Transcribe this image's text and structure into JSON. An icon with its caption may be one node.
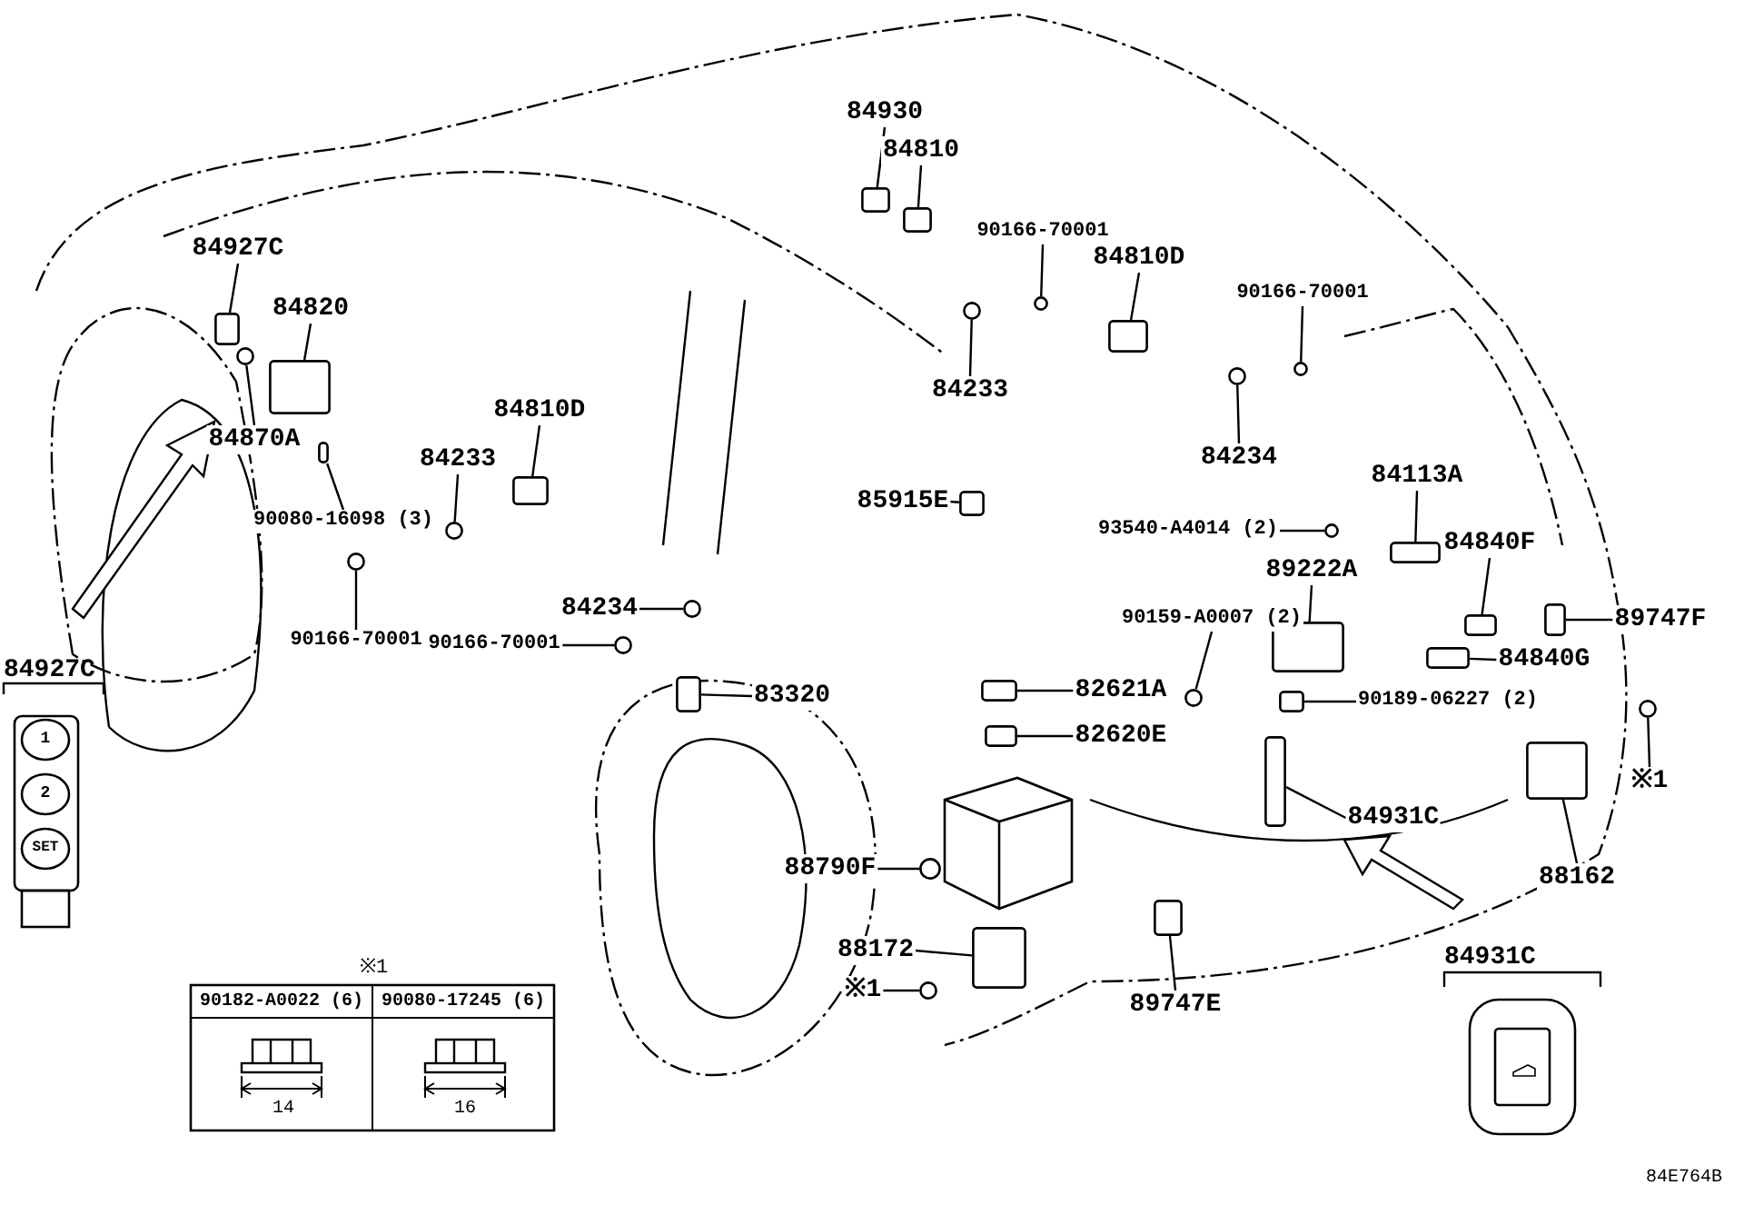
{
  "diagram": {
    "nodes": [
      {
        "text": [
          "84930"
        ]
      },
      {
        "text": [
          "84810"
        ]
      },
      {
        "text": [
          "90166-70001"
        ]
      },
      {
        "text": [
          "84810D"
        ]
      },
      {
        "text": [
          "90166-70001"
        ]
      },
      {
        "text": [
          "84233"
        ]
      },
      {
        "text": [
          "84234"
        ]
      },
      {
        "text": [
          "84927C"
        ]
      },
      {
        "text": [
          "84820"
        ]
      },
      {
        "text": [
          "84870A"
        ]
      },
      {
        "text": [
          "90080-16098 (3)"
        ]
      },
      {
        "text": [
          "84810D"
        ]
      },
      {
        "text": [
          "84233"
        ]
      },
      {
        "text": [
          "85915E"
        ]
      },
      {
        "text": [
          "84113A"
        ]
      },
      {
        "text": [
          "93540-A4014 (2)"
        ]
      },
      {
        "text": [
          "84840F"
        ]
      },
      {
        "text": [
          "89222A"
        ]
      },
      {
        "text": [
          "89747F"
        ]
      },
      {
        "text": [
          "90159-A0007 (2)"
        ]
      },
      {
        "text": [
          "84840G"
        ]
      },
      {
        "text": [
          "84234"
        ]
      },
      {
        "text": [
          "90166-70001"
        ]
      },
      {
        "text": [
          "90166-70001"
        ]
      },
      {
        "text": [
          "83320"
        ]
      },
      {
        "text": [
          "82621A"
        ]
      },
      {
        "text": [
          "82620E"
        ]
      },
      {
        "text": [
          "90189-06227 (2)"
        ]
      },
      {
        "text": [
          "84931C"
        ]
      },
      {
        "text": [
          "88162"
        ]
      },
      {
        "text": [
          "※1"
        ]
      },
      {
        "text": [
          "88790F"
        ]
      },
      {
        "text": [
          "88172"
        ]
      },
      {
        "text": [
          "※1"
        ]
      },
      {
        "text": [
          "89747E"
        ]
      },
      {
        "text": [
          "84927C"
        ]
      },
      {
        "text": [
          "84931C"
        ]
      },
      {
        "text": [
          "※1"
        ]
      },
      {
        "text": [],
        "shape": "box"
      },
      {
        "text": [],
        "shape": "box"
      },
      {
        "text": [],
        "shape": "circle"
      },
      {
        "text": [],
        "shape": "box"
      },
      {
        "text": [],
        "shape": "circle"
      },
      {
        "text": [],
        "shape": "circle"
      },
      {
        "text": [],
        "shape": "circle"
      },
      {
        "text": [],
        "shape": "box"
      },
      {
        "text": [],
        "shape": "box"
      },
      {
        "text": [],
        "shape": "circle"
      },
      {
        "text": [],
        "shape": "box"
      },
      {
        "text": [],
        "shape": "box"
      },
      {
        "text": [],
        "shape": "circle"
      },
      {
        "text": [],
        "shape": "box"
      },
      {
        "text": [],
        "shape": "box"
      },
      {
        "text": [],
        "shape": "circle"
      },
      {
        "text": [],
        "shape": "box"
      },
      {
        "text": [],
        "shape": "box"
      },
      {
        "text": [],
        "shape": "box"
      },
      {
        "text": [],
        "shape": "circle"
      },
      {
        "text": [],
        "shape": "box"
      },
      {
        "text": [],
        "shape": "circle"
      },
      {
        "text": [],
        "shape": "circle"
      },
      {
        "text": [],
        "shape": "circle"
      },
      {
        "text": [],
        "shape": "box"
      },
      {
        "text": [],
        "shape": "box"
      },
      {
        "text": [],
        "shape": "box"
      },
      {
        "text": [],
        "shape": "box"
      },
      {
        "text": [],
        "shape": "box"
      },
      {
        "text": [],
        "shape": "box"
      },
      {
        "text": [],
        "shape": "circle"
      },
      {
        "text": [],
        "shape": "circle"
      },
      {
        "text": [],
        "shape": "box"
      },
      {
        "text": [],
        "shape": "circle"
      },
      {
        "text": [],
        "shape": "box"
      }
    ],
    "edges": [
      {
        "from": 0,
        "to": 38,
        "arrow": "none"
      },
      {
        "from": 1,
        "to": 39,
        "arrow": "none"
      },
      {
        "from": 2,
        "to": 40,
        "arrow": "none"
      },
      {
        "from": 3,
        "to": 41,
        "arrow": "none"
      },
      {
        "from": 4,
        "to": 42,
        "arrow": "none"
      },
      {
        "from": 5,
        "to": 43,
        "arrow": "none"
      },
      {
        "from": 6,
        "to": 44,
        "arrow": "none"
      },
      {
        "from": 7,
        "to": 45,
        "arrow": "none"
      },
      {
        "from": 8,
        "to": 46,
        "arrow": "none"
      },
      {
        "from": 9,
        "to": 47,
        "arrow": "none"
      },
      {
        "from": 10,
        "to": 48,
        "arrow": "none"
      },
      {
        "from": 11,
        "to": 49,
        "arrow": "none"
      },
      {
        "from": 12,
        "to": 50,
        "arrow": "none"
      },
      {
        "from": 13,
        "to": 51,
        "arrow": "none"
      },
      {
        "from": 14,
        "to": 52,
        "arrow": "none"
      },
      {
        "from": 15,
        "to": 53,
        "arrow": "none"
      },
      {
        "from": 16,
        "to": 54,
        "arrow": "none"
      },
      {
        "from": 17,
        "to": 55,
        "arrow": "none"
      },
      {
        "from": 18,
        "to": 56,
        "arrow": "none"
      },
      {
        "from": 19,
        "to": 57,
        "arrow": "none"
      },
      {
        "from": 20,
        "to": 58,
        "arrow": "none"
      },
      {
        "from": 21,
        "to": 59,
        "arrow": "none"
      },
      {
        "from": 22,
        "to": 60,
        "arrow": "none"
      },
      {
        "from": 23,
        "to": 61,
        "arrow": "none"
      },
      {
        "from": 24,
        "to": 62,
        "arrow": "none"
      },
      {
        "from": 25,
        "to": 63,
        "arrow": "none"
      },
      {
        "from": 26,
        "to": 64,
        "arrow": "none"
      },
      {
        "from": 27,
        "to": 65,
        "arrow": "none"
      },
      {
        "from": 28,
        "to": 66,
        "arrow": "none"
      },
      {
        "from": 29,
        "to": 67,
        "arrow": "none"
      },
      {
        "from": 30,
        "to": 68,
        "arrow": "none"
      },
      {
        "from": 31,
        "to": 69,
        "arrow": "none"
      },
      {
        "from": 32,
        "to": 70,
        "arrow": "none"
      },
      {
        "from": 33,
        "to": 71,
        "arrow": "none"
      },
      {
        "from": 34,
        "to": 72,
        "arrow": "none"
      }
    ],
    "labels": [
      "1",
      "2",
      "SET",
      "90182-A0022 (6)",
      "90080-17245 (6)",
      "14",
      "16",
      "84E764B"
    ]
  }
}
